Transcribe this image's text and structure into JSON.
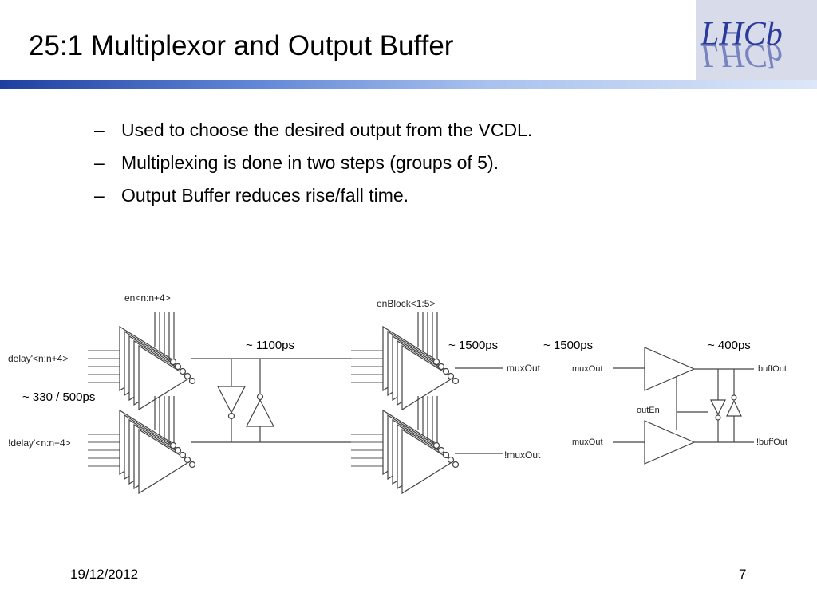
{
  "slide": {
    "title": "25:1 Multiplexor and Output Buffer",
    "logo_text": "LHCb",
    "bullets": [
      "Used to choose the desired output from the VCDL.",
      "Multiplexing is done in two steps (groups of 5).",
      "Output Buffer reduces rise/fall time."
    ],
    "bullet_marker": "–",
    "date": "19/12/2012",
    "page_number": "7"
  },
  "diagram": {
    "labels": {
      "en_bus": "en<n:n+4>",
      "enblock_bus": "enBlock<1:5>",
      "delay_in": "delay'<n:n+4>",
      "ndelay_in": "!delay'<n:n+4>",
      "mux_out": "muxOut",
      "nmux_out": "!muxOut",
      "buf_in_top": "muxOut",
      "buf_in_bottom": "muxOut",
      "out_en": "outEn",
      "buff_out": "buffOut",
      "nbuff_out": "!buffOut"
    },
    "timings": {
      "t_stage1": "~ 330 / 500ps",
      "t_interconnect": "~ 1100ps",
      "t_stage2": "~ 1500ps",
      "t_mux_out": "~ 1500ps",
      "t_buffer": "~ 400ps"
    }
  },
  "colors": {
    "accent_rule_start": "#1e3fa0",
    "accent_rule_end": "#dde7f8",
    "logo_bg": "#d8dcea",
    "logo_text": "#2b3b9c"
  }
}
